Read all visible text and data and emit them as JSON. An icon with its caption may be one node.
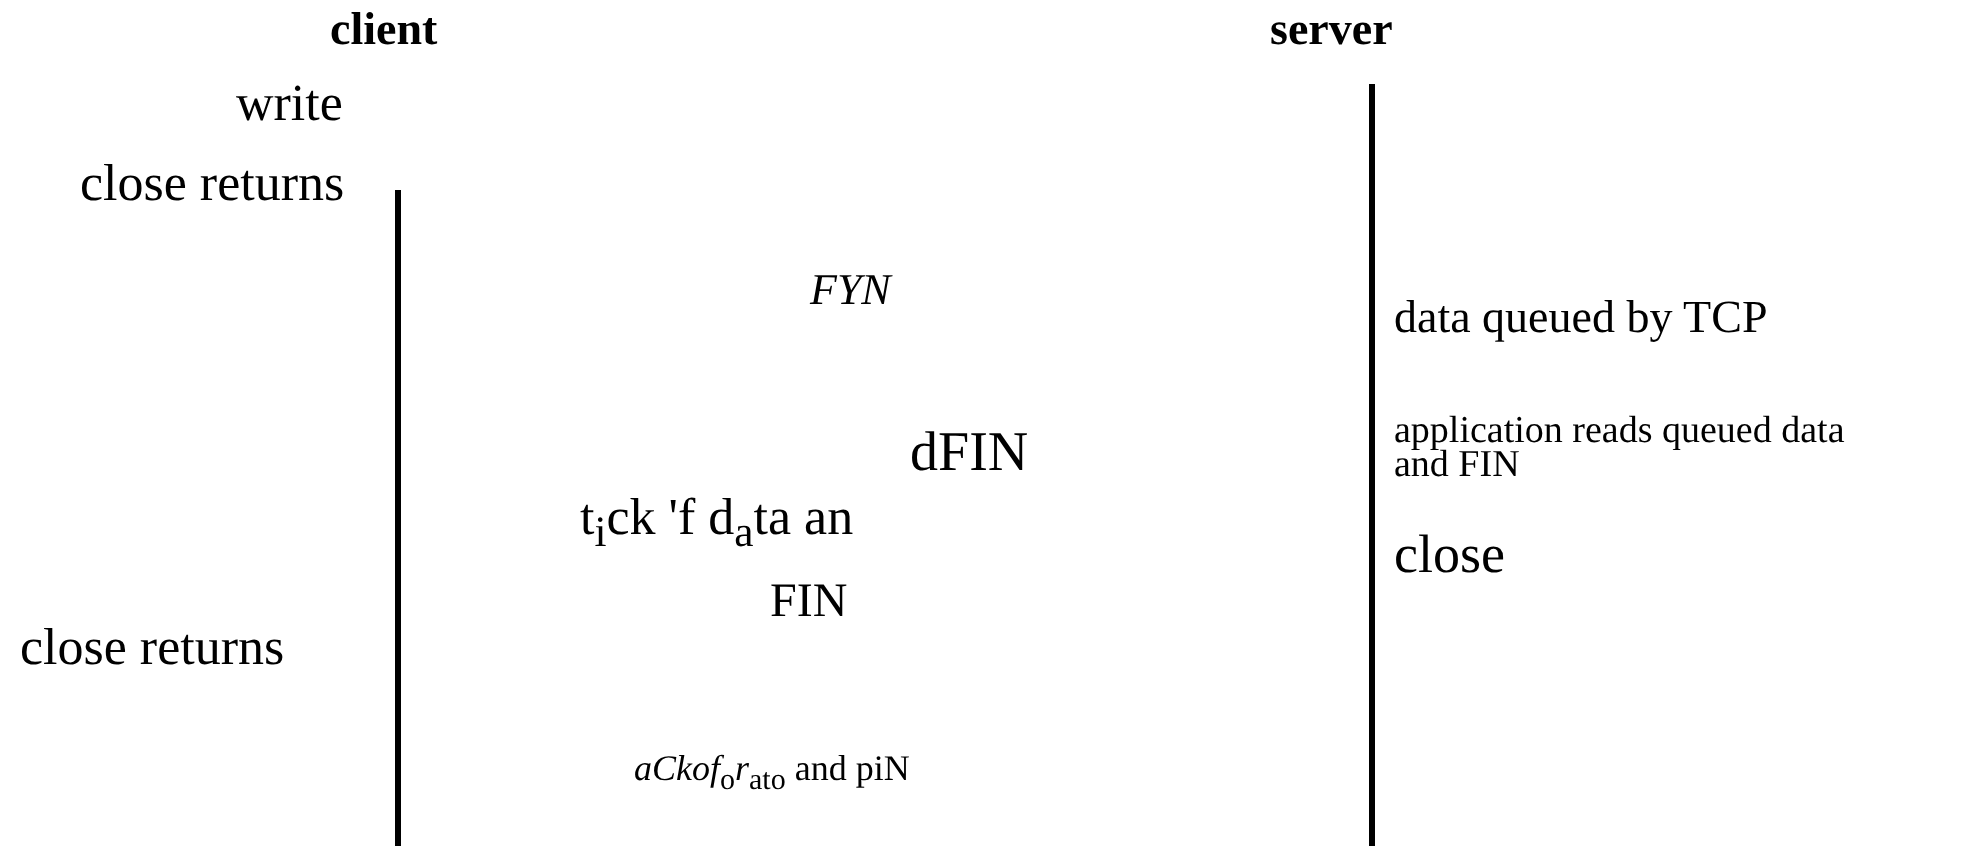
{
  "diagram": {
    "labels": [
      "client",
      "server",
      "write",
      "close returns",
      "FYN",
      "data queued by TCP",
      "dFIN",
      "application reads queued data and FIN",
      "t$_{i}$ck 'f d$_{a}$ta an",
      "close",
      "FIN",
      "close returns",
      "*aCkof*$_{o}$*r*$_{ato}$ and piN"
    ]
  }
}
